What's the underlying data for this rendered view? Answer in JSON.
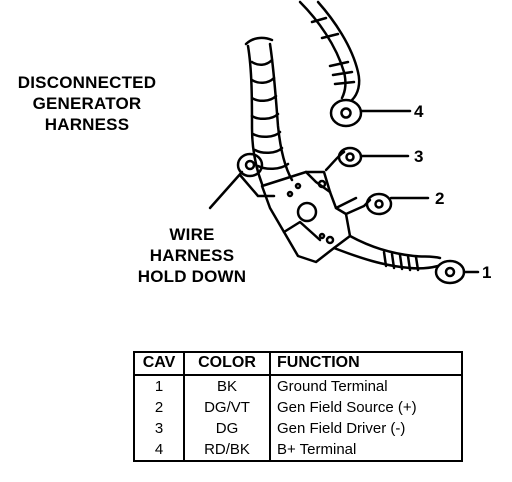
{
  "labels": {
    "disconnected_harness": [
      "DISCONNECTED",
      "GENERATOR",
      "HARNESS"
    ],
    "hold_down": [
      "WIRE",
      "HARNESS",
      "HOLD DOWN"
    ]
  },
  "callouts": [
    "4",
    "3",
    "2",
    "1"
  ],
  "table": {
    "headers": [
      "CAV",
      "COLOR",
      "FUNCTION"
    ],
    "rows": [
      [
        "1",
        "BK",
        "Ground Terminal"
      ],
      [
        "2",
        "DG/VT",
        "Gen Field Source (+)"
      ],
      [
        "3",
        "DG",
        "Gen Field Driver (-)"
      ],
      [
        "4",
        "RD/BK",
        "B+ Terminal"
      ]
    ]
  }
}
